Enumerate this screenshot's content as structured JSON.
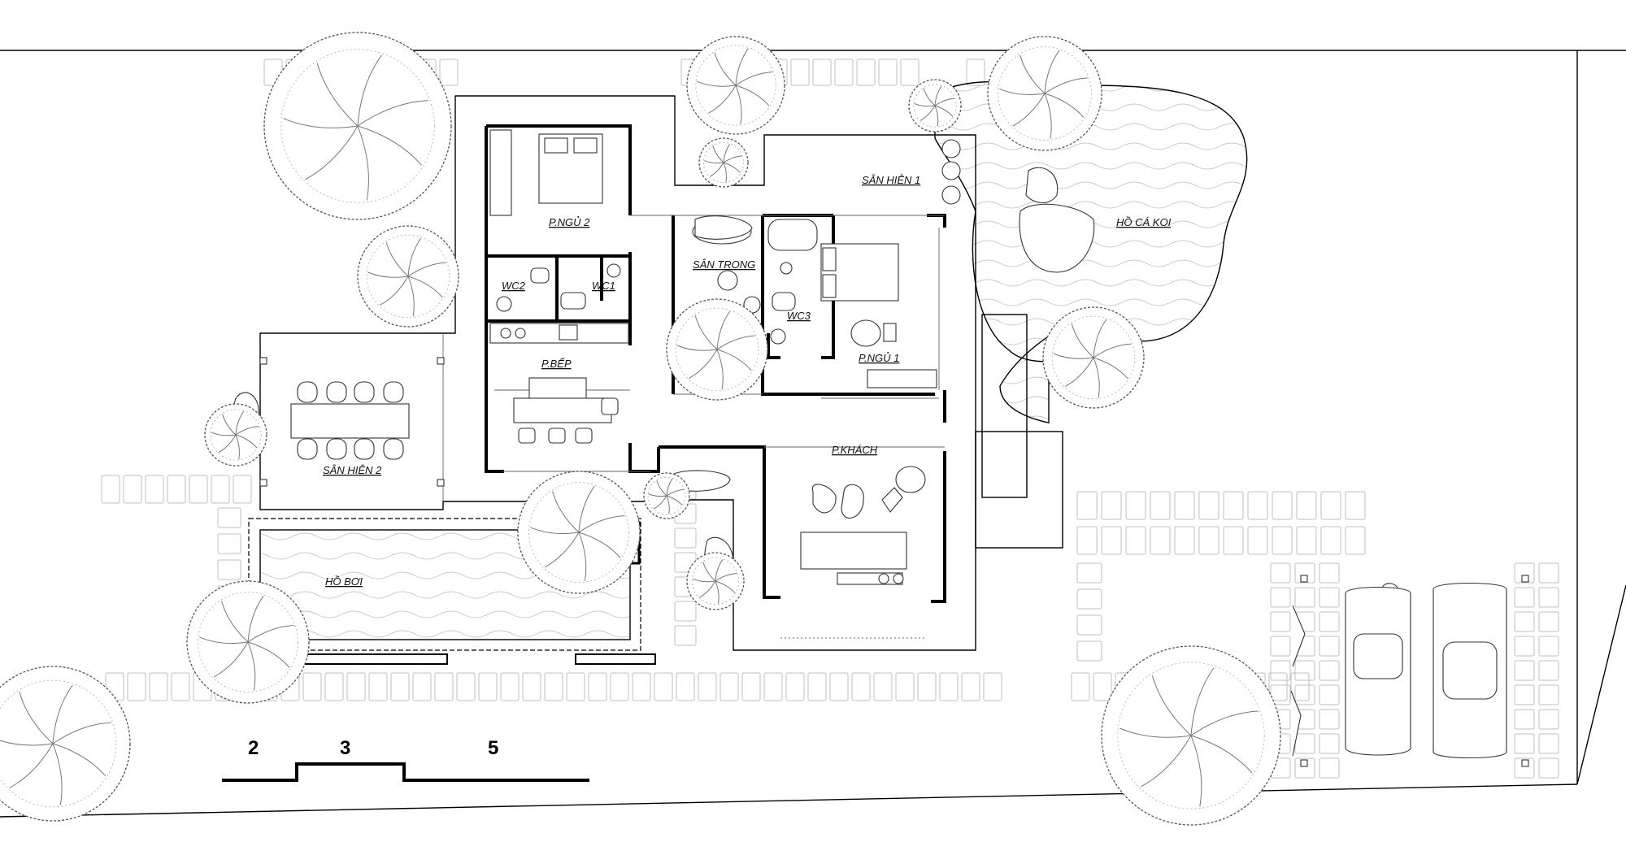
{
  "plan": {
    "rooms": {
      "p_ngu_2": "P.NGỦ 2",
      "wc2": "WC2",
      "wc1": "WC1",
      "san_trong": "SÂN TRONG",
      "wc3": "WC3",
      "p_ngu_1": "P.NGỦ 1",
      "san_hien_1": "SÂN HIÊN 1",
      "ho_ca_koi": "HỒ CÁ KOI",
      "p_bep": "P.BẾP",
      "san_hien_2": "SÂN HIÊN 2",
      "p_khach": "P.KHÁCH",
      "ho_boi": "HỒ BƠI"
    },
    "scale_bar": {
      "labels": [
        "2",
        "3",
        "5"
      ]
    }
  }
}
